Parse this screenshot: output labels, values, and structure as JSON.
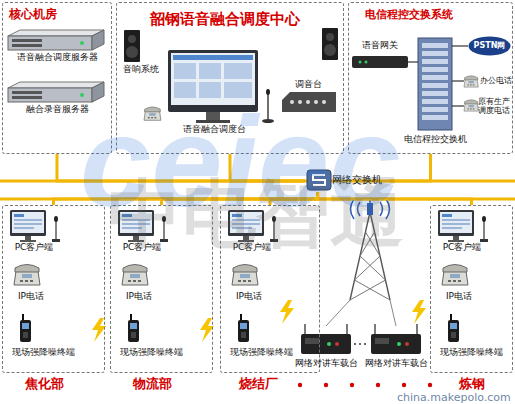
{
  "diagram": {
    "nodes": [
      {
        "text": [
          "核心机房"
        ]
      },
      {
        "text": [
          "语音融合调度服务器"
        ],
        "in": 0
      },
      {
        "text": [
          "融合录音服务器"
        ],
        "in": 0
      },
      {
        "text": [
          "韶钢语音融合调度中心"
        ]
      },
      {
        "text": [
          "音响系统"
        ],
        "in": 3
      },
      {
        "text": [
          "语音融合调度台"
        ],
        "in": 3
      },
      {
        "text": [
          "调音台"
        ],
        "in": 3
      },
      {
        "text": [
          "电信程控交换系统"
        ]
      },
      {
        "text": [
          "语音网关"
        ],
        "in": 7
      },
      {
        "text": [
          "PSTN网"
        ],
        "in": 7
      },
      {
        "text": [
          "办公电话"
        ],
        "in": 7
      },
      {
        "text": [
          "原有生产 调度电话"
        ],
        "in": 7
      },
      {
        "text": [
          "电信程控交换机"
        ],
        "in": 7
      },
      {
        "text": [
          "网络交换机"
        ]
      },
      {
        "text": [
          "焦化部"
        ]
      },
      {
        "text": [
          "PC客户端"
        ],
        "in": 14
      },
      {
        "text": [
          "IP电话"
        ],
        "in": 14
      },
      {
        "text": [
          "现场强降噪终端"
        ],
        "in": 14
      },
      {
        "text": [
          "物流部"
        ]
      },
      {
        "text": [
          "PC客户端"
        ],
        "in": 18
      },
      {
        "text": [
          "IP电话"
        ],
        "in": 18
      },
      {
        "text": [
          "现场强降噪终端"
        ],
        "in": 18
      },
      {
        "text": [
          "烧结厂"
        ]
      },
      {
        "text": [
          "PC客户端"
        ],
        "in": 22
      },
      {
        "text": [
          "IP电话"
        ],
        "in": 22
      },
      {
        "text": [
          "现场强降噪终端"
        ],
        "in": 22
      },
      {
        "text": [
          "网络对讲车载台"
        ]
      },
      {
        "text": [
          "网络对讲车载台"
        ]
      },
      {
        "text": [
          "炼钢"
        ]
      },
      {
        "text": [
          "PC客户端"
        ],
        "in": 28
      },
      {
        "text": [
          "IP电话"
        ],
        "in": 28
      },
      {
        "text": [
          "现场强降噪终端"
        ],
        "in": 28
      }
    ],
    "edges": [
      {
        "from": 0,
        "to": 13,
        "arrow": "none"
      },
      {
        "from": 3,
        "to": 13,
        "arrow": "none"
      },
      {
        "from": 7,
        "to": 13,
        "arrow": "none"
      },
      {
        "from": 13,
        "to": 14,
        "arrow": "none"
      },
      {
        "from": 13,
        "to": 18,
        "arrow": "none"
      },
      {
        "from": 13,
        "to": 22,
        "arrow": "none"
      },
      {
        "from": 13,
        "to": 28,
        "arrow": "none"
      },
      {
        "from": 8,
        "to": 12,
        "arrow": "none"
      },
      {
        "from": 9,
        "to": 12,
        "arrow": "none"
      },
      {
        "from": 10,
        "to": 12,
        "arrow": "none"
      },
      {
        "from": 11,
        "to": 12,
        "arrow": "none"
      }
    ],
    "labels": [
      "ceiec",
      "中电智通",
      "china.makepolo.com"
    ]
  }
}
